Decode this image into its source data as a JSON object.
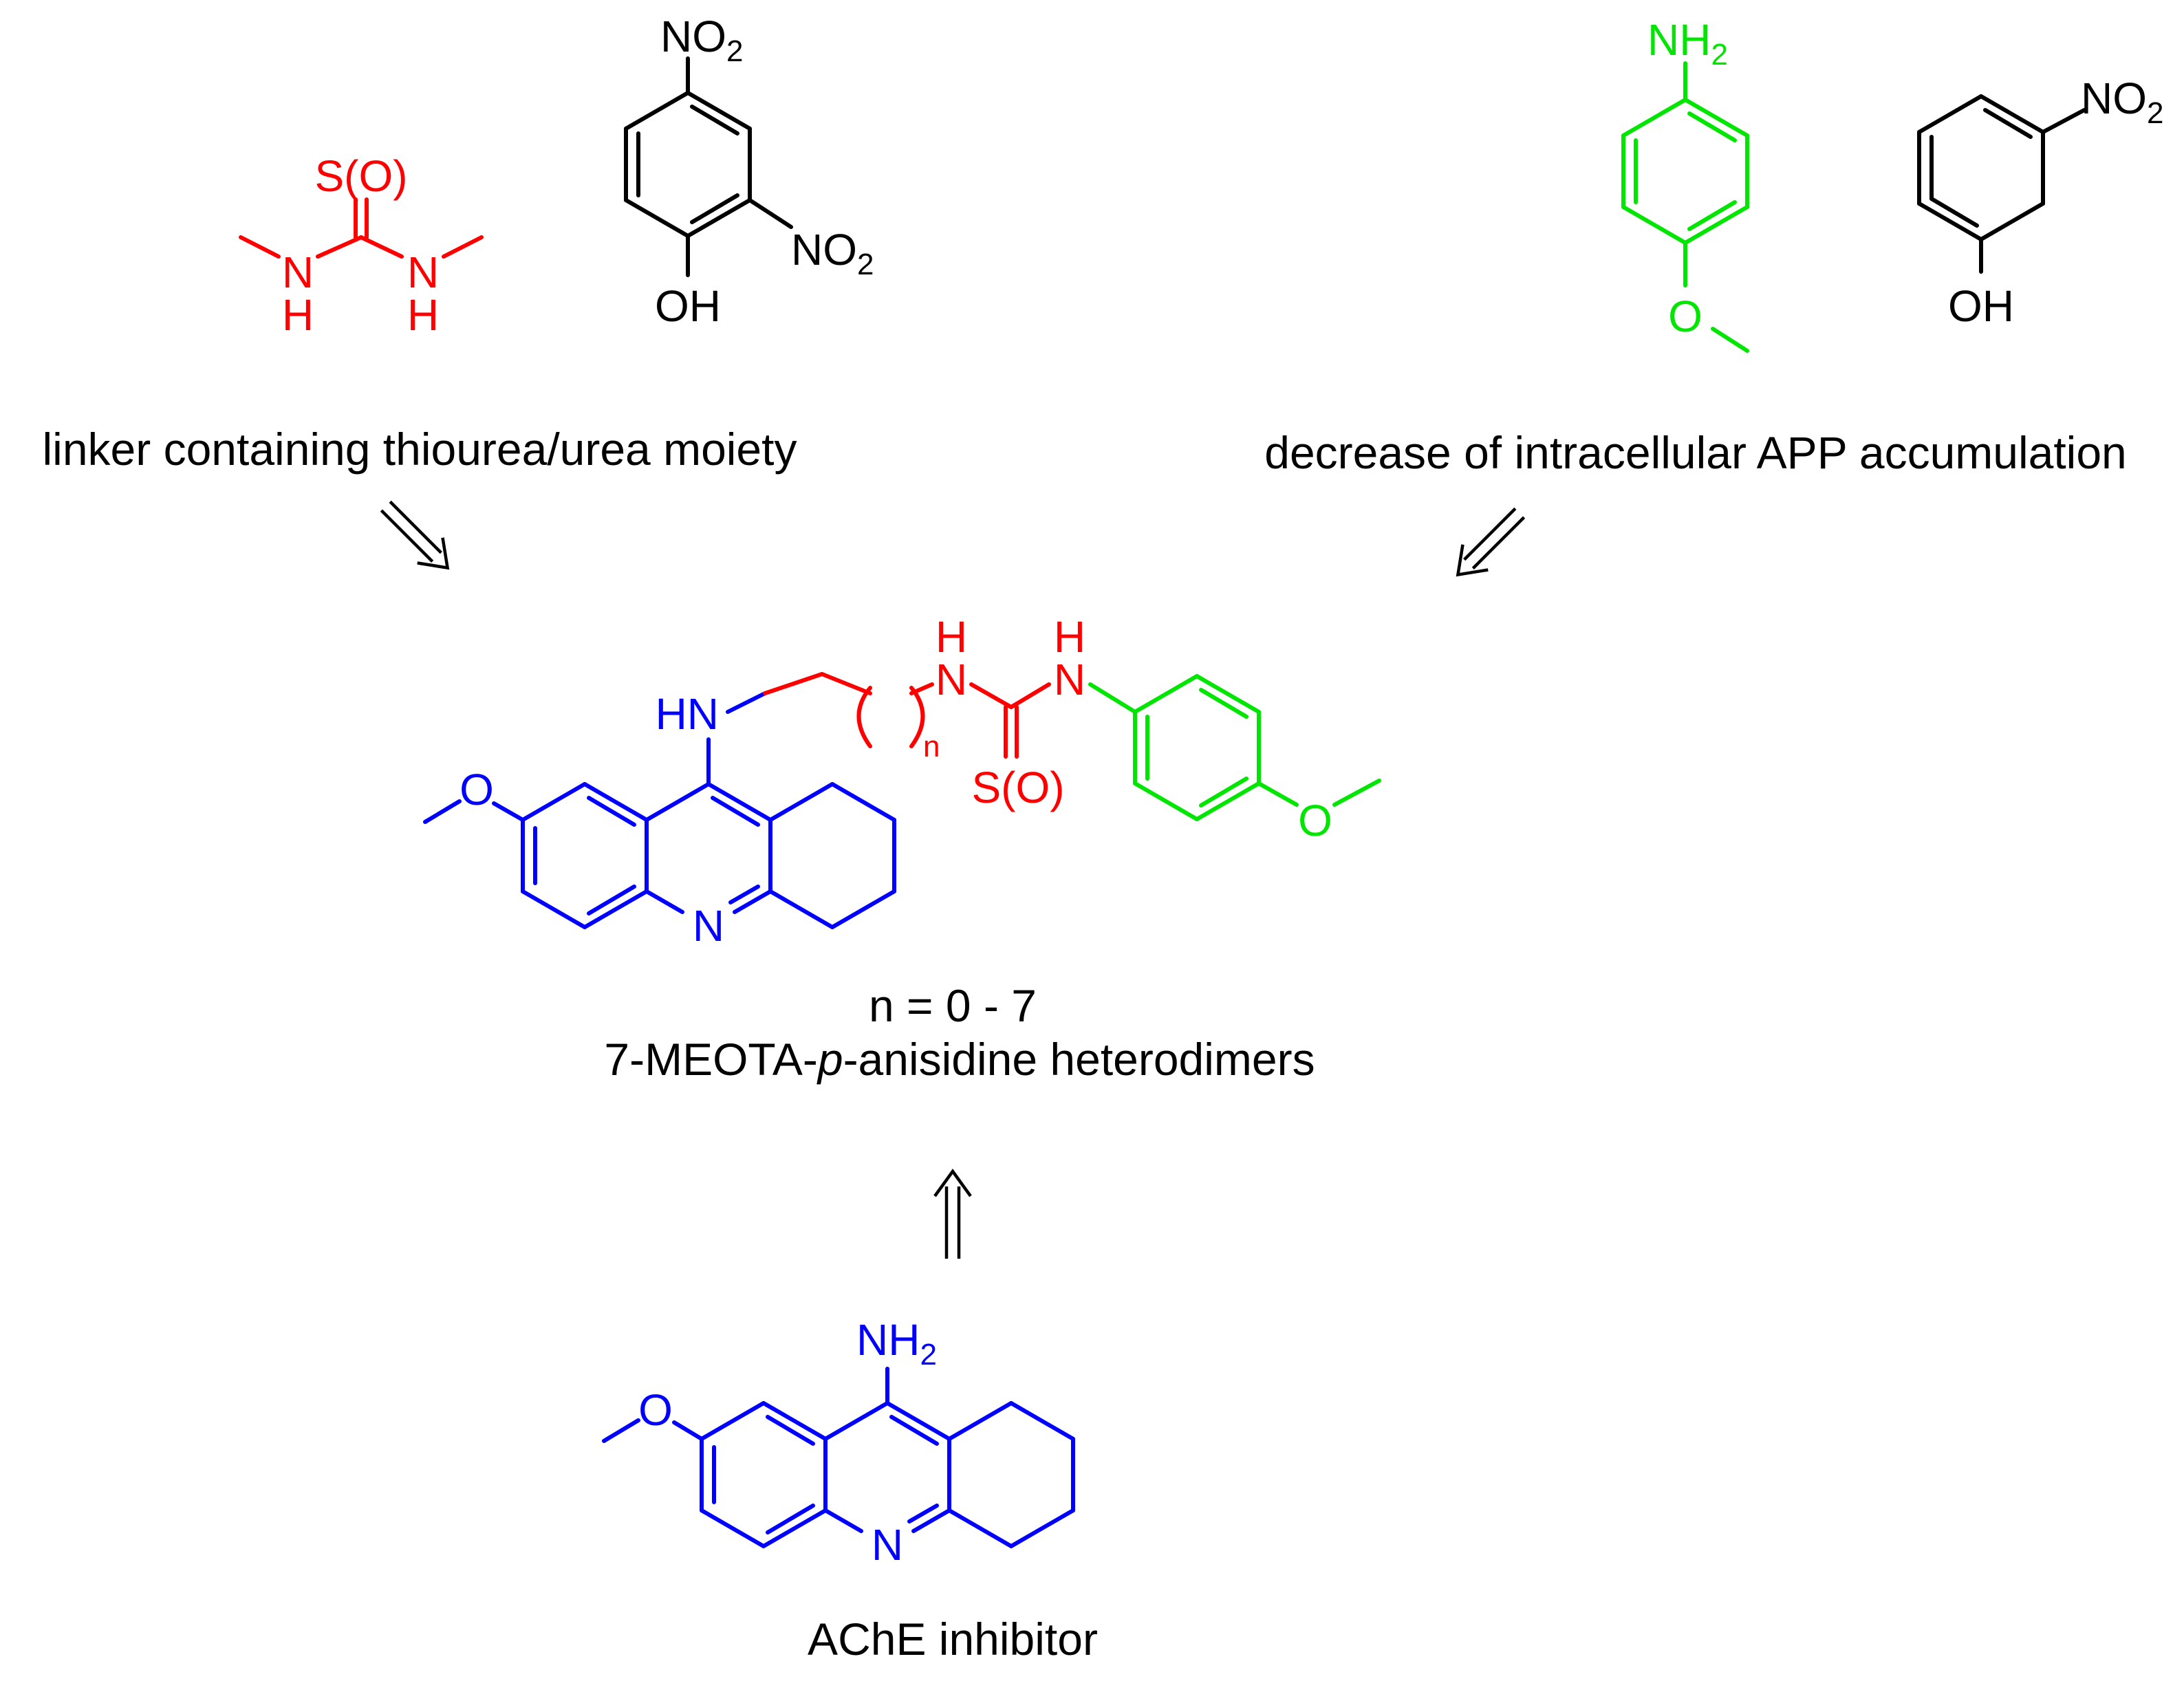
{
  "colors": {
    "linker": "#ff0000",
    "anisidine": "#00e600",
    "tacrine": "#0000ff",
    "text": "#000000"
  },
  "captions": {
    "linker": "linker containing thiourea/urea moiety",
    "app": "decrease of intracellular APP accumulation",
    "range": "n = 0 - 7",
    "product_prefix": "7-MEOTA-",
    "product_italic": "p",
    "product_suffix": "-anisidine heterodimers",
    "ache": "AChE inhibitor"
  },
  "atoms": {
    "s_o": "S(O)",
    "n": "N",
    "h": "H",
    "hn": "HN",
    "nh": "NH",
    "no": "NO",
    "two": "2",
    "oh": "OH",
    "o": "O",
    "n_index": "n"
  }
}
